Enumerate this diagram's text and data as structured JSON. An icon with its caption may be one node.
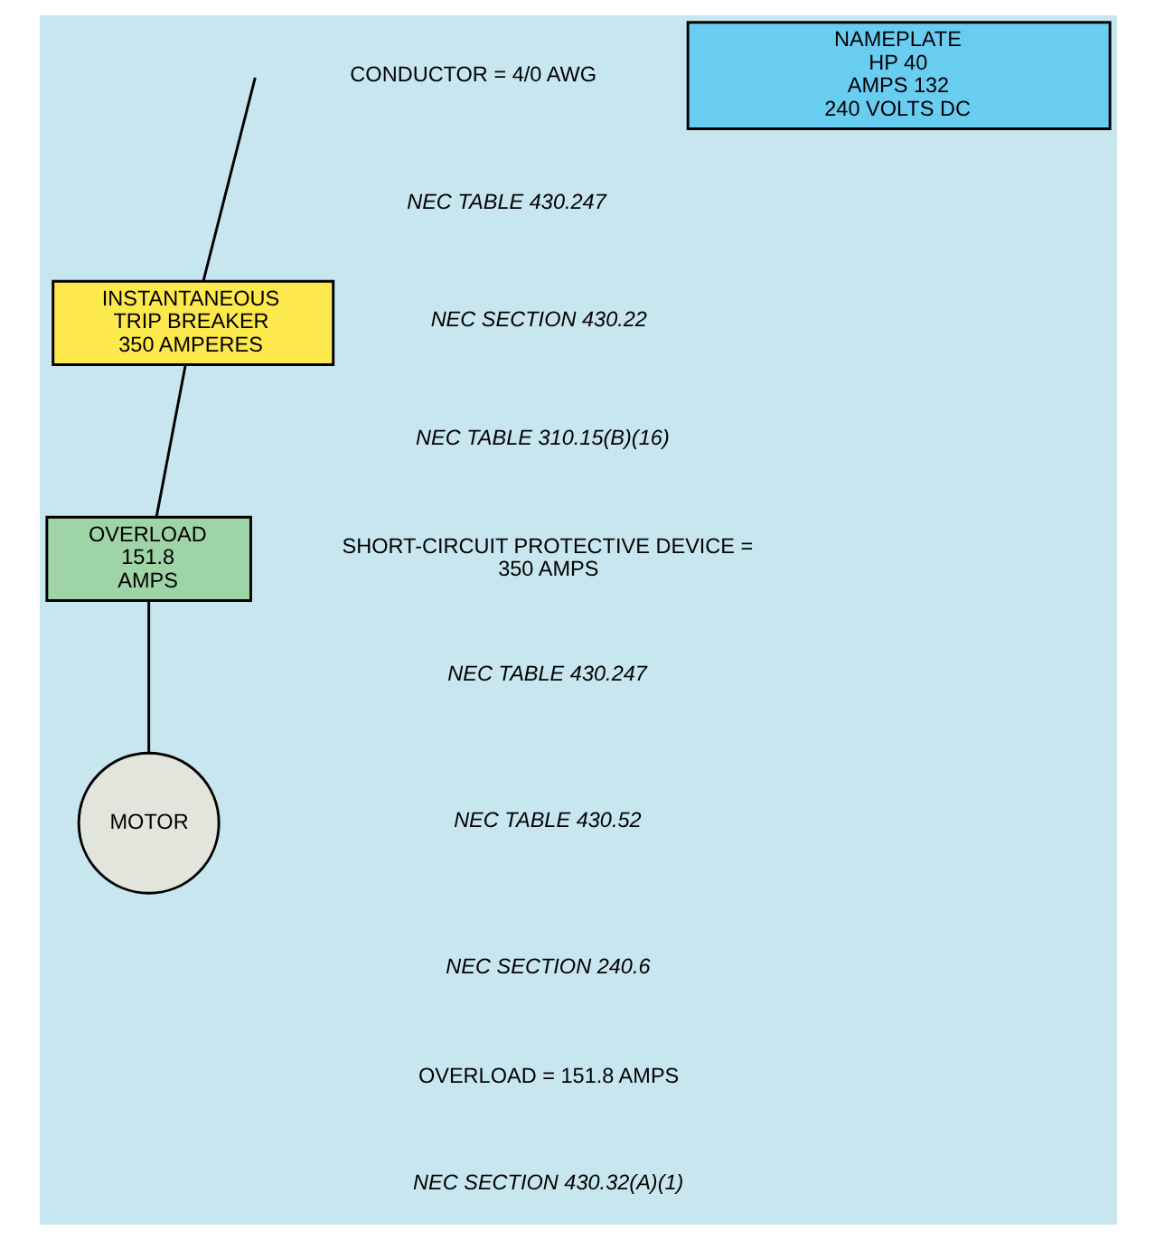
{
  "diagram": {
    "nodes": [
      {
        "text": [
          "INSTANTANEOUS TRIP BREAKER 350 AMPERES"
        ]
      },
      {
        "text": [
          "OVERLOAD 151.8 AMPS"
        ]
      },
      {
        "text": [
          "MOTOR"
        ]
      },
      {
        "text": [
          "NAMEPLATE",
          "HP 40",
          "AMPS 132",
          "240 VOLTS DC"
        ]
      }
    ],
    "edges": [
      {
        "from": null,
        "to": 0,
        "arrow": "none"
      },
      {
        "from": 0,
        "to": 1,
        "arrow": "none"
      },
      {
        "from": 1,
        "to": 2,
        "arrow": "none"
      }
    ],
    "labels": [
      "CONDUCTOR = 4/0 AWG",
      "NEC TABLE 430.247",
      "NEC SECTION 430.22",
      "NEC TABLE 310.15(B)(16)",
      "SHORT-CIRCUIT PROTECTIVE DEVICE = 350 AMPS",
      "NEC TABLE 430.247",
      "NEC TABLE 430.52",
      "NEC SECTION 240.6",
      "OVERLOAD = 151.8 AMPS",
      "NEC SECTION 430.32(A)(1)"
    ]
  }
}
